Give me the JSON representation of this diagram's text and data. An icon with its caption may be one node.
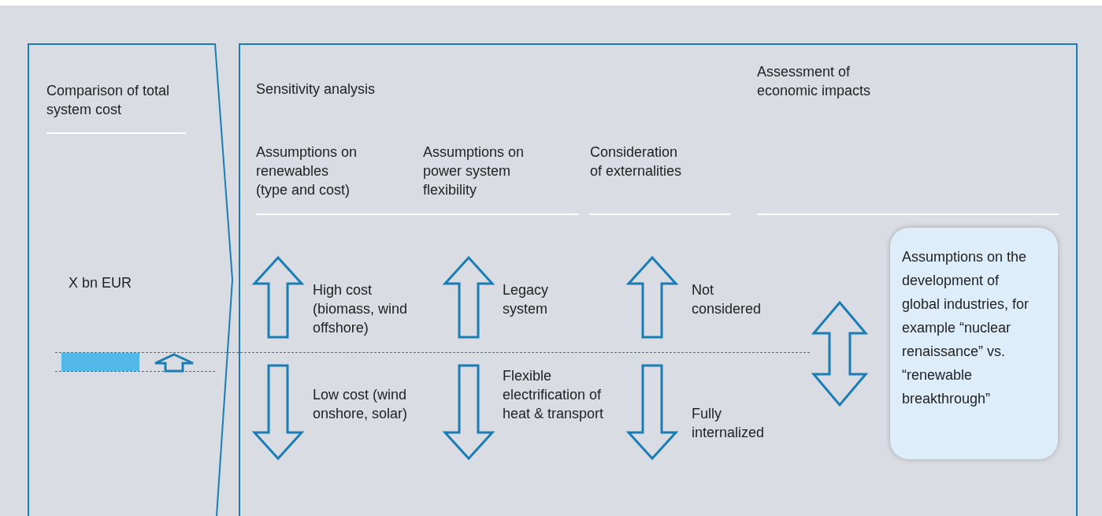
{
  "diagram": {
    "nodes": [
      {
        "text": [
          "Comparison of total system cost",
          "X bn EUR"
        ]
      },
      {
        "text": [
          "Sensitivity analysis",
          "Assessment of economic impacts",
          "Assumptions on renewables (type and cost)",
          "Assumptions on power system flexibility",
          "Consideration of externalities"
        ]
      },
      {
        "text": [
          "Assumptions on the development of global industries, for example “nuclear renaissance” vs. “renewable breakthrough”"
        ],
        "in": 1
      },
      {
        "text": [],
        "shape": "bar",
        "in": 0
      }
    ],
    "labels": [
      "High cost (biomass, wind offshore)",
      "Legacy system",
      "Not considered",
      "Low cost (wind onshore, solar)",
      "Flexible electrification of heat & transport",
      "Fully internalized"
    ]
  }
}
